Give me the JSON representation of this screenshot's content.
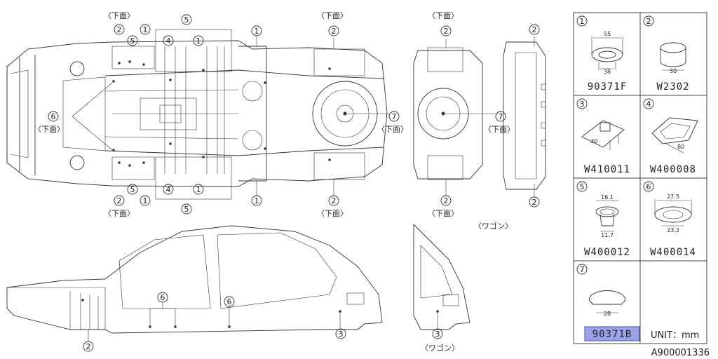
{
  "labels": {
    "bottom_view": "〈下面〉",
    "wagon": "〈ワゴン〉",
    "unit": "UNIT：mm",
    "figure_code": "A900001336"
  },
  "callouts": {
    "1": "1",
    "2": "2",
    "3": "3",
    "4": "4",
    "5": "5",
    "6": "6",
    "7": "7"
  },
  "legend": {
    "cells": [
      {
        "num": "1",
        "part": "90371F",
        "dims": [
          "55",
          "38"
        ],
        "selected": false
      },
      {
        "num": "2",
        "part": "W2302",
        "dims": [
          "30"
        ],
        "selected": false
      },
      {
        "num": "3",
        "part": "W410011",
        "dims": [
          "30"
        ],
        "selected": false
      },
      {
        "num": "4",
        "part": "W400008",
        "dims": [
          "80"
        ],
        "selected": false
      },
      {
        "num": "5",
        "part": "W400012",
        "dims": [
          "16.1",
          "11.7"
        ],
        "selected": false
      },
      {
        "num": "6",
        "part": "W400014",
        "dims": [
          "27.5",
          "23.2"
        ],
        "selected": false
      },
      {
        "num": "7",
        "part": "90371B",
        "dims": [
          "28"
        ],
        "selected": true
      }
    ]
  },
  "colors": {
    "selection_fill": "#9aa2e8",
    "selection_border": "#4a52a8",
    "line": "#333333"
  }
}
